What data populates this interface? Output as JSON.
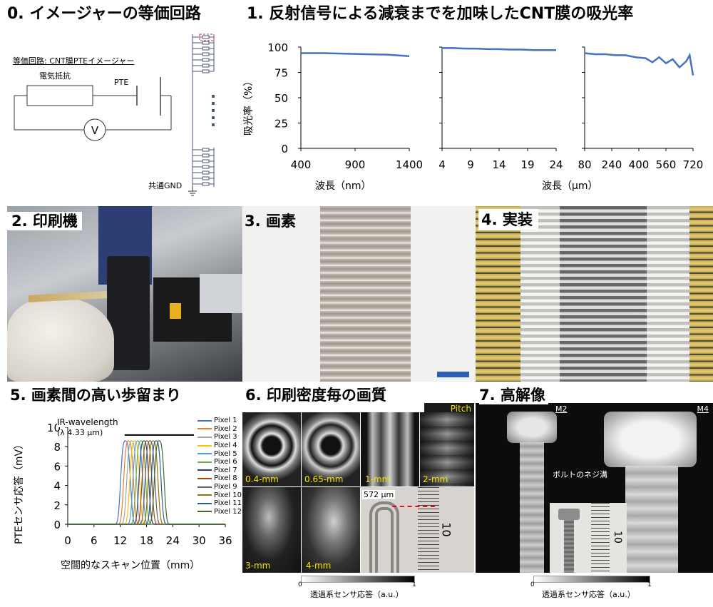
{
  "panel0": {
    "title": "0. イメージャーの等価回路",
    "circuit_caption": "等価回路: CNT膜PTEイメージャー",
    "resistor_label": "電気抵抗",
    "pte_label": "PTE",
    "meter_label": "V",
    "gnd_label": "共通GND"
  },
  "panel1": {
    "title": "1. 反射信号による減衰までを加味したCNT膜の吸光率",
    "ylabel": "吸光率（%）",
    "xlabel_left": "波長（nm）",
    "xlabel_right": "波長（μm）"
  },
  "panel2": {
    "title": "2. 印刷機"
  },
  "panel3": {
    "title": "3. 画素"
  },
  "panel4": {
    "title": "4. 実装"
  },
  "panel5": {
    "title": "5. 画素間の高い歩留まり",
    "annotation_line1": "IR-wavelength",
    "annotation_line2": "(λ 4.33 μm)",
    "ylabel": "PTEセンサ応答（mV）",
    "xlabel": "空間的なスキャン位置（mm）"
  },
  "panel6": {
    "title": "6. 印刷密度毎の画質",
    "pitch_label": "Pitch",
    "tiles": [
      "0.4-mm",
      "0.65-mm",
      "1-mm",
      "2-mm",
      "3-mm",
      "4-mm"
    ],
    "measure_label": "572 μm",
    "ruler_mark": "10",
    "colorbar_label": "透過系センサ応答（a.u.）",
    "colorbar_min": "0",
    "colorbar_max": "1"
  },
  "panel7": {
    "title": "7. 高解像",
    "left_label": "M2",
    "right_label": "M4",
    "center_label": "ボルトのネジ溝",
    "ruler_mark": "10",
    "colorbar_label": "透過系センサ応答（a.u.）",
    "colorbar_min": "0",
    "colorbar_max": "1"
  },
  "colors": {
    "chart_blue": "#4472c4",
    "scale_bar_blue": "#2a5fb4",
    "tile_label_yellow": "#f4e400",
    "measure_red": "#e01010"
  },
  "chart_data": [
    {
      "type": "line",
      "ylabel": "吸光率（%）",
      "xlabel": "波長（nm）",
      "xlim": [
        400,
        1400
      ],
      "ylim": [
        0,
        100
      ],
      "xticks": [
        "400",
        "900",
        "1400"
      ],
      "yticks": [
        "0",
        "25",
        "50",
        "75",
        "100"
      ],
      "x": [
        400,
        600,
        800,
        1000,
        1200,
        1400
      ],
      "series": [
        {
          "values": [
            94,
            94,
            93.5,
            93,
            92.5,
            91
          ]
        }
      ]
    },
    {
      "type": "line",
      "ylabel": "吸光率（%）",
      "xlabel": "波長（μm）",
      "xlim": [
        4,
        24
      ],
      "ylim": [
        0,
        100
      ],
      "xticks": [
        "4",
        "9",
        "14",
        "19",
        "24"
      ],
      "x": [
        4,
        6,
        8,
        10,
        12,
        14,
        16,
        18,
        20,
        22,
        24
      ],
      "series": [
        {
          "values": [
            99,
            99,
            98.5,
            98.5,
            98,
            98,
            97.5,
            97.5,
            97,
            97,
            97
          ]
        }
      ]
    },
    {
      "type": "line",
      "ylabel": "吸光率（%）",
      "xlabel": "波長（μm）",
      "xlim": [
        80,
        720
      ],
      "ylim": [
        0,
        100
      ],
      "xticks": [
        "80",
        "240",
        "400",
        "560",
        "720"
      ],
      "x": [
        80,
        140,
        200,
        260,
        320,
        380,
        440,
        480,
        520,
        560,
        600,
        640,
        680,
        700,
        720
      ],
      "series": [
        {
          "values": [
            94,
            93,
            93,
            92,
            92,
            90,
            89,
            85,
            90,
            84,
            88,
            80,
            86,
            92,
            72
          ]
        }
      ]
    },
    {
      "type": "line",
      "ylabel": "PTEセンサ応答（mV）",
      "xlabel": "空間的なスキャン位置（mm）",
      "xlim": [
        0,
        36
      ],
      "ylim": [
        0,
        10
      ],
      "xticks": [
        "0",
        "6",
        "12",
        "18",
        "24",
        "30",
        "36"
      ],
      "yticks": [
        "0",
        "2",
        "4",
        "6",
        "8",
        "10"
      ],
      "peak_height_mV": 8.6,
      "series": [
        {
          "name": "Pixel 1",
          "color": "#4472c4",
          "peak_mm": 13.2
        },
        {
          "name": "Pixel 2",
          "color": "#ed7d31",
          "peak_mm": 13.9
        },
        {
          "name": "Pixel 3",
          "color": "#a5a5a5",
          "peak_mm": 14.6
        },
        {
          "name": "Pixel 4",
          "color": "#ffc000",
          "peak_mm": 15.3
        },
        {
          "name": "Pixel 5",
          "color": "#5b9bd5",
          "peak_mm": 16.0
        },
        {
          "name": "Pixel 6",
          "color": "#70ad47",
          "peak_mm": 16.7
        },
        {
          "name": "Pixel 7",
          "color": "#264478",
          "peak_mm": 17.4
        },
        {
          "name": "Pixel 8",
          "color": "#9e480e",
          "peak_mm": 18.1
        },
        {
          "name": "Pixel 9",
          "color": "#636363",
          "peak_mm": 18.8
        },
        {
          "name": "Pixel 10",
          "color": "#997300",
          "peak_mm": 19.5
        },
        {
          "name": "Pixel 11",
          "color": "#255e91",
          "peak_mm": 20.2
        },
        {
          "name": "Pixel 12",
          "color": "#43682b",
          "peak_mm": 20.9
        }
      ]
    }
  ]
}
